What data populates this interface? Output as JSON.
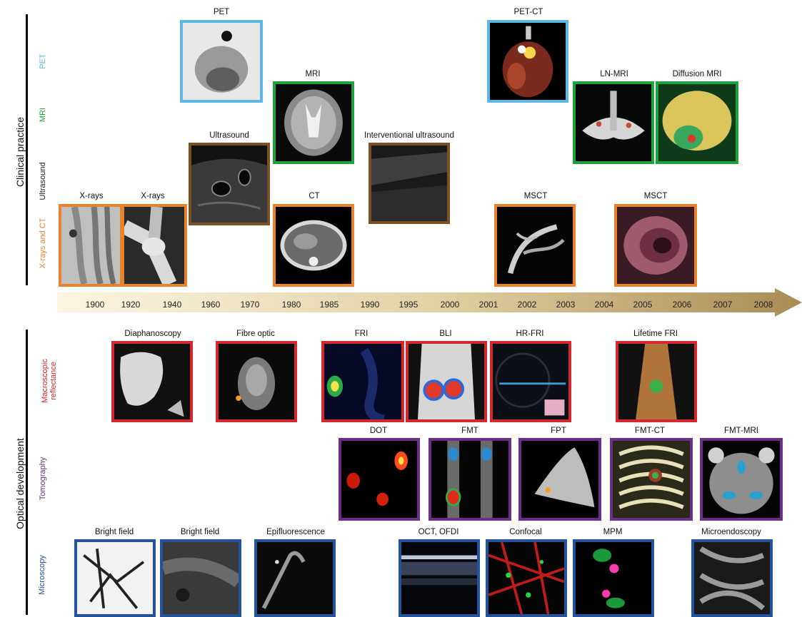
{
  "sections": {
    "clinical": "Clinical practice",
    "optical": "Optical development"
  },
  "clinical_rows": {
    "pet": "PET",
    "mri": "MRI",
    "ultrasound": "Ultrasound",
    "xray_ct": "X-rays and CT"
  },
  "optical_rows": {
    "macro": "Macroscopic reflectance",
    "tomo": "Tomography",
    "micro": "Microscopy"
  },
  "years": [
    "1900",
    "1920",
    "1940",
    "1960",
    "1970",
    "1980",
    "1985",
    "1990",
    "1995",
    "2000",
    "2001",
    "2002",
    "2003",
    "2004",
    "2005",
    "2006",
    "2007",
    "2008"
  ],
  "colors": {
    "xray_ct": "#e8822f",
    "ultrasound": "#7a5124",
    "mri": "#1fa23d",
    "pet": "#5fb7e4",
    "macro": "#d2282e",
    "tomo": "#6b2f87",
    "micro": "#24539b"
  },
  "modalities": {
    "xrays_1": "X-rays",
    "xrays_2": "X-rays",
    "ultrasound": "Ultrasound",
    "pet": "PET",
    "mri": "MRI",
    "ct": "CT",
    "interventional_ultrasound": "Interventional ultrasound",
    "pet_ct": "PET-CT",
    "msct_1": "MSCT",
    "ln_mri": "LN-MRI",
    "diffusion_mri": "Diffusion MRI",
    "msct_2": "MSCT",
    "diaphanoscopy": "Diaphanoscopy",
    "fibre_optic": "Fibre optic",
    "fri": "FRI",
    "bli": "BLI",
    "hr_fri": "HR-FRI",
    "lifetime_fri": "Lifetime FRI",
    "dot": "DOT",
    "fmt": "FMT",
    "fpt": "FPT",
    "fmt_ct": "FMT-CT",
    "fmt_mri": "FMT-MRI",
    "bright_field_1": "Bright field",
    "bright_field_2": "Bright field",
    "epifluorescence": "Epifluorescence",
    "oct_ofdi": "OCT, OFDI",
    "confocal": "Confocal",
    "mpm": "MPM",
    "microendoscopy": "Microendoscopy"
  }
}
